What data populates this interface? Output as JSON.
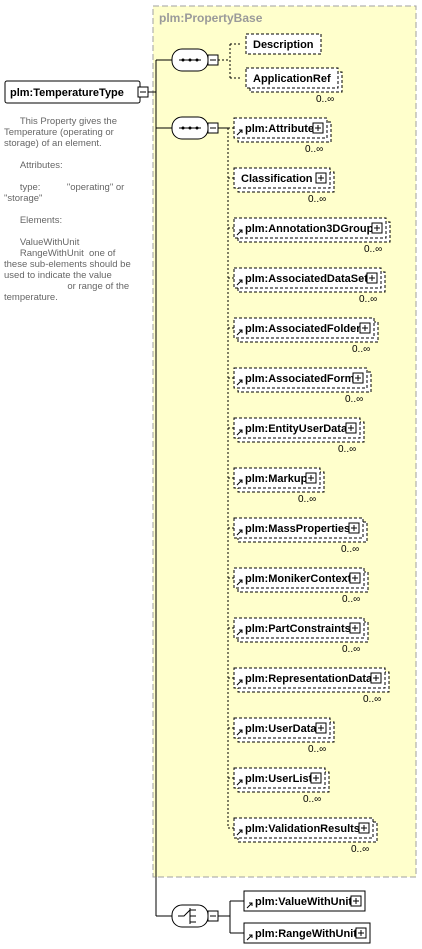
{
  "root": {
    "label": "plm:TemperatureType",
    "documentation": [
      "      This Property gives the Temperature (operating or storage) of an element.",
      "      Attributes:",
      "      type:          \"operating\" or \"storage\"",
      "      Elements:",
      "      ValueWithUnit\n      RangeWithUnit  one of these sub-elements should be used to indicate the value\n                        or range of the temperature."
    ]
  },
  "group": {
    "title": "plm:PropertyBase"
  },
  "first_sequence": {
    "elements": [
      {
        "label": "Description",
        "occurs": ""
      },
      {
        "label": "ApplicationRef",
        "occurs": "0..∞"
      }
    ]
  },
  "second_sequence": {
    "elements": [
      {
        "label": "plm:Attribute",
        "occurs": "0..∞"
      },
      {
        "label": "Classification",
        "occurs": "0..∞"
      },
      {
        "label": "plm:Annotation3DGroup",
        "occurs": "0..∞"
      },
      {
        "label": "plm:AssociatedDataSet",
        "occurs": "0..∞"
      },
      {
        "label": "plm:AssociatedFolder",
        "occurs": "0..∞"
      },
      {
        "label": "plm:AssociatedForm",
        "occurs": "0..∞"
      },
      {
        "label": "plm:EntityUserData",
        "occurs": "0..∞"
      },
      {
        "label": "plm:Markup",
        "occurs": "0..∞"
      },
      {
        "label": "plm:MassProperties",
        "occurs": "0..∞"
      },
      {
        "label": "plm:MonikerContext",
        "occurs": "0..∞"
      },
      {
        "label": "plm:PartConstraints",
        "occurs": "0..∞"
      },
      {
        "label": "plm:RepresentationData",
        "occurs": "0..∞"
      },
      {
        "label": "plm:UserData",
        "occurs": "0..∞"
      },
      {
        "label": "plm:UserList",
        "occurs": "0..∞"
      },
      {
        "label": "plm:ValidationResults",
        "occurs": "0..∞"
      }
    ]
  },
  "choice": {
    "elements": [
      {
        "label": "plm:ValueWithUnit"
      },
      {
        "label": "plm:RangeWithUnit"
      }
    ]
  },
  "colors": {
    "group_fill": "#ffffcc",
    "group_border": "#a0a0a0",
    "element_fill": "#ffffff",
    "line": "#000000"
  }
}
